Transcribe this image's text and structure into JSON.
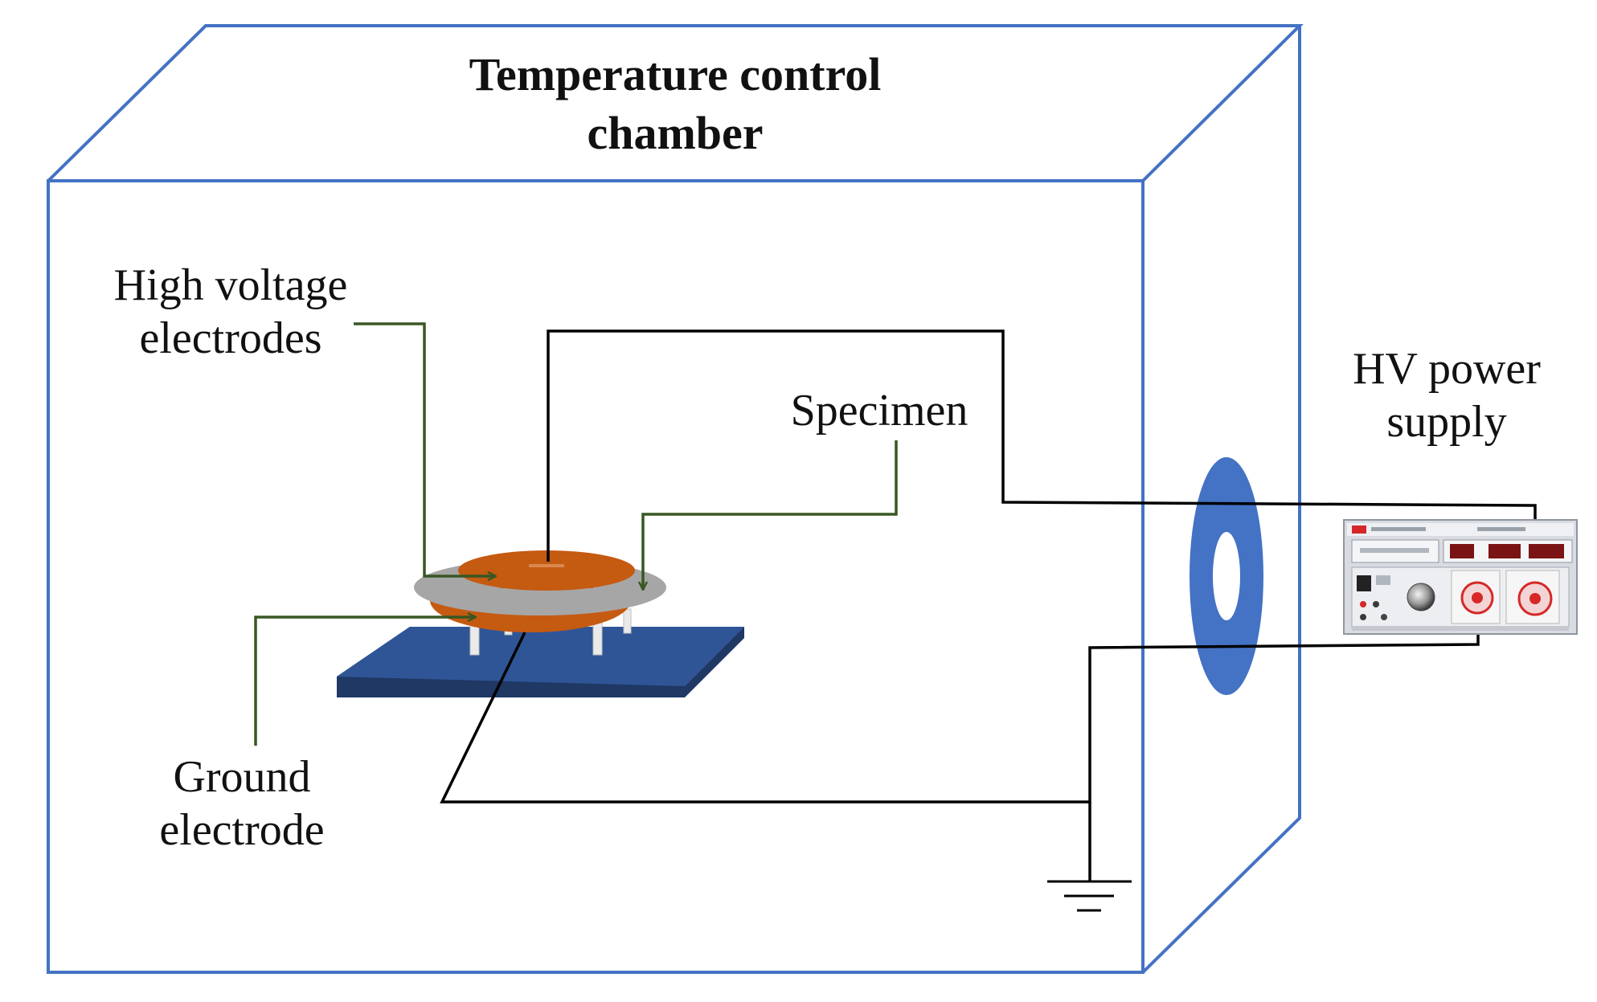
{
  "labels": {
    "chamber_line1": "Temperature control",
    "chamber_line2": "chamber",
    "hv_electrodes_line1": "High voltage",
    "hv_electrodes_line2": "electrodes",
    "specimen": "Specimen",
    "ground_electrode_line1": "Ground",
    "ground_electrode_line2": "electrode",
    "power_supply_line1": "HV power",
    "power_supply_line2": "supply"
  },
  "colors": {
    "chamber_outline": "#4472c4",
    "feedthrough": "#4472c4",
    "pointer_lines": "#385723",
    "wires": "#000000",
    "electrode_copper": "#c55a11",
    "specimen_gray": "#a6a6a6",
    "base_plate": "#2f5597",
    "base_plate_edge": "#1f3864"
  }
}
